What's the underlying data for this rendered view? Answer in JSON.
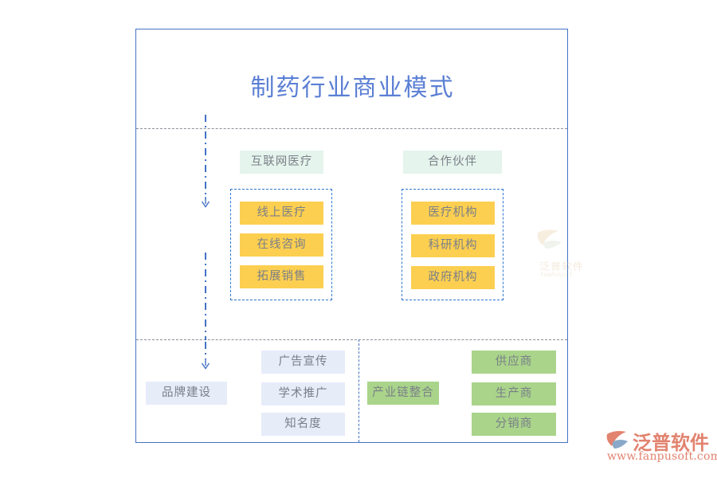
{
  "page": {
    "title": "制药行业商业模式",
    "title_color": "#5b7fd4",
    "frame_border_color": "#4472C4",
    "background": "#ffffff"
  },
  "colors": {
    "yellow_chip": "#FCCF50",
    "blue_chip": "#e6ecf8",
    "green_chip": "#a9d48a",
    "header_green": "#e5f4ec",
    "dashed_blue": "#2E75D4",
    "separator_grey": "#8a8f98",
    "chip_text": "#7a7f88",
    "logo_color": "#e2836f"
  },
  "groups": {
    "internet": {
      "header": "互联网医疗",
      "items": [
        {
          "label": "线上医疗"
        },
        {
          "label": "在线咨询"
        },
        {
          "label": "拓展销售"
        }
      ]
    },
    "partner": {
      "header": "合作伙伴",
      "items": [
        {
          "label": "医疗机构"
        },
        {
          "label": "科研机构"
        },
        {
          "label": "政府机构"
        }
      ]
    }
  },
  "bottom": {
    "brand": {
      "label": "品牌建设",
      "items": [
        {
          "label": "广告宣传"
        },
        {
          "label": "学术推广"
        },
        {
          "label": "知名度"
        }
      ]
    },
    "chain": {
      "label": "产业链整合",
      "items": [
        {
          "label": "供应商"
        },
        {
          "label": "生产商"
        },
        {
          "label": "分销商"
        }
      ]
    }
  },
  "watermark": {
    "text": "泛普软件",
    "sub": "FANPUSOFT"
  },
  "logo": {
    "wordmark": "泛普软件",
    "url": "www.fanpusoft.com"
  }
}
